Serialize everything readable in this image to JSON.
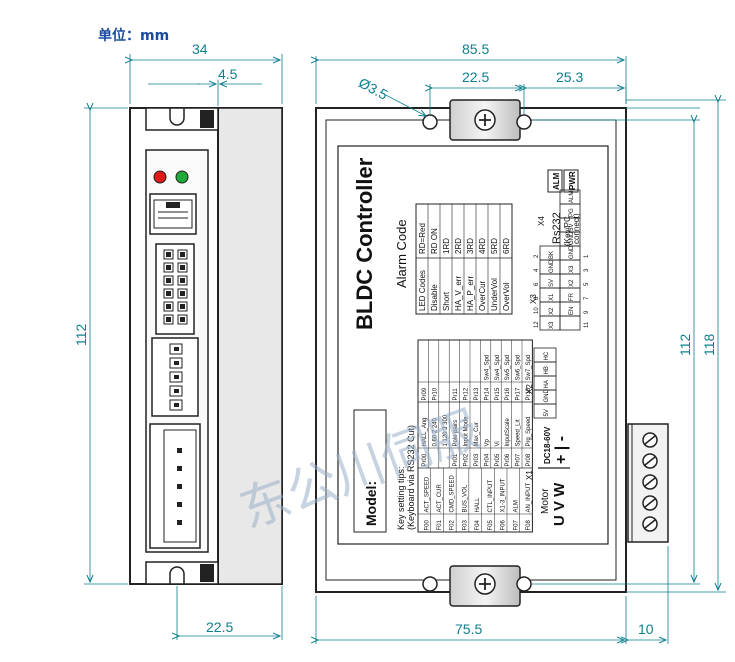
{
  "unit_label": "单位：mm",
  "dimensions": {
    "side_width": "34",
    "side_offset": "4.5",
    "side_height": "112",
    "side_bottom": "22.5",
    "front_width": "85.5",
    "hole_diameter": "Ø3.5",
    "hole_left": "22.5",
    "hole_right": "25.3",
    "front_inner_height": "112",
    "front_total_height": "118",
    "front_bottom_width": "75.5",
    "terminal_depth": "10"
  },
  "panel": {
    "title": "BLDC Controller",
    "alarm_title": "Alarm Code",
    "model_label": "Model:",
    "key_tips_line1": "Key setting tips:",
    "key_tips_line2": "(Keyboard via RS232 Cut)",
    "rs232_title": "Rs232",
    "rs232_sub1": "(Key/PC",
    "rs232_sub2": "connect)",
    "led_alm": "ALM",
    "led_pwr": "PWR",
    "x1_label": "X1",
    "x2_label": "X2",
    "x3_label": "X3",
    "x4_label": "X4",
    "motor_label": "Motor",
    "motor_uvw": "U V W",
    "dc_label": "DC18-60V",
    "dc_pm": "+ | -"
  },
  "alarm_codes": [
    {
      "name": "LED Codes",
      "code": "RD=Red"
    },
    {
      "name": "Disable",
      "code": "RD ON"
    },
    {
      "name": "Short",
      "code": "1RD"
    },
    {
      "name": "HA_V_err",
      "code": "2RD"
    },
    {
      "name": "HA_P_err",
      "code": "3RD"
    },
    {
      "name": "OverCur",
      "code": "4RD"
    },
    {
      "name": "UnderVol",
      "code": "5RD"
    },
    {
      "name": "OverVol",
      "code": "6RD"
    }
  ],
  "f_params": [
    {
      "code": "F00",
      "name": "ACT_SPEED"
    },
    {
      "code": "F01",
      "name": "ACT_CUR"
    },
    {
      "code": "F02",
      "name": "CMD_SPEED"
    },
    {
      "code": "F03",
      "name": "BUS_VOL"
    },
    {
      "code": "F04",
      "name": "HALL"
    },
    {
      "code": "F05",
      "name": "CTL_INPUT"
    },
    {
      "code": "F06",
      "name": "X1-3_INPUT"
    },
    {
      "code": "F07",
      "name": "ALM"
    },
    {
      "code": "F08",
      "name": "AN_INPUT"
    }
  ],
  "pr_params_a": [
    {
      "code": "Pr00",
      "name": "HALL_Ang"
    },
    {
      "code": "",
      "name": "0 60   2 240"
    },
    {
      "code": "",
      "name": "1 120  3 300"
    },
    {
      "code": "Pr01",
      "name": "Pole pairs"
    },
    {
      "code": "Pr02",
      "name": "Input Mode"
    },
    {
      "code": "Pr03",
      "name": "Max_Cur"
    },
    {
      "code": "Pr04",
      "name": "Vp"
    },
    {
      "code": "Pr05",
      "name": "Vi"
    },
    {
      "code": "Pr06",
      "name": "InputScale"
    },
    {
      "code": "Pr07",
      "name": "Speed_Lit"
    },
    {
      "code": "Pr08",
      "name": "Prg_Speed"
    }
  ],
  "pr_params_b": [
    {
      "code": "Pr09",
      "name": ""
    },
    {
      "code": "Pr10",
      "name": ""
    },
    {
      "code": "",
      "name": ""
    },
    {
      "code": "Pr11",
      "name": ""
    },
    {
      "code": "Pr12",
      "name": ""
    },
    {
      "code": "Pr13",
      "name": ""
    },
    {
      "code": "Pr14",
      "name": "Sw4_Spd"
    },
    {
      "code": "Pr15",
      "name": "Sw4_Spd"
    },
    {
      "code": "Pr16",
      "name": "Sw5_Spd"
    },
    {
      "code": "Pr17",
      "name": "Sw6_Spd"
    },
    {
      "code": "Pr18",
      "name": "Sw7_Spd"
    }
  ],
  "x3_top": [
    "ALM",
    "PG",
    "5V",
    "GND"
  ],
  "x3_top_nums": [
    "2",
    "4",
    "6",
    "8",
    "10",
    "12"
  ],
  "x3_bottom": [
    "X3",
    "X2",
    "X1",
    "SV",
    "GND",
    "BK"
  ],
  "x3_bottom2": [
    "GND",
    "X3",
    "X2",
    "FR",
    "EN",
    ""
  ],
  "x3_bottom_nums": [
    "1",
    "3",
    "5",
    "7",
    "9",
    "11"
  ],
  "x2_pins": [
    "HC",
    "HB",
    "HA",
    "GND",
    "5V"
  ],
  "watermark": "东公川伺服"
}
